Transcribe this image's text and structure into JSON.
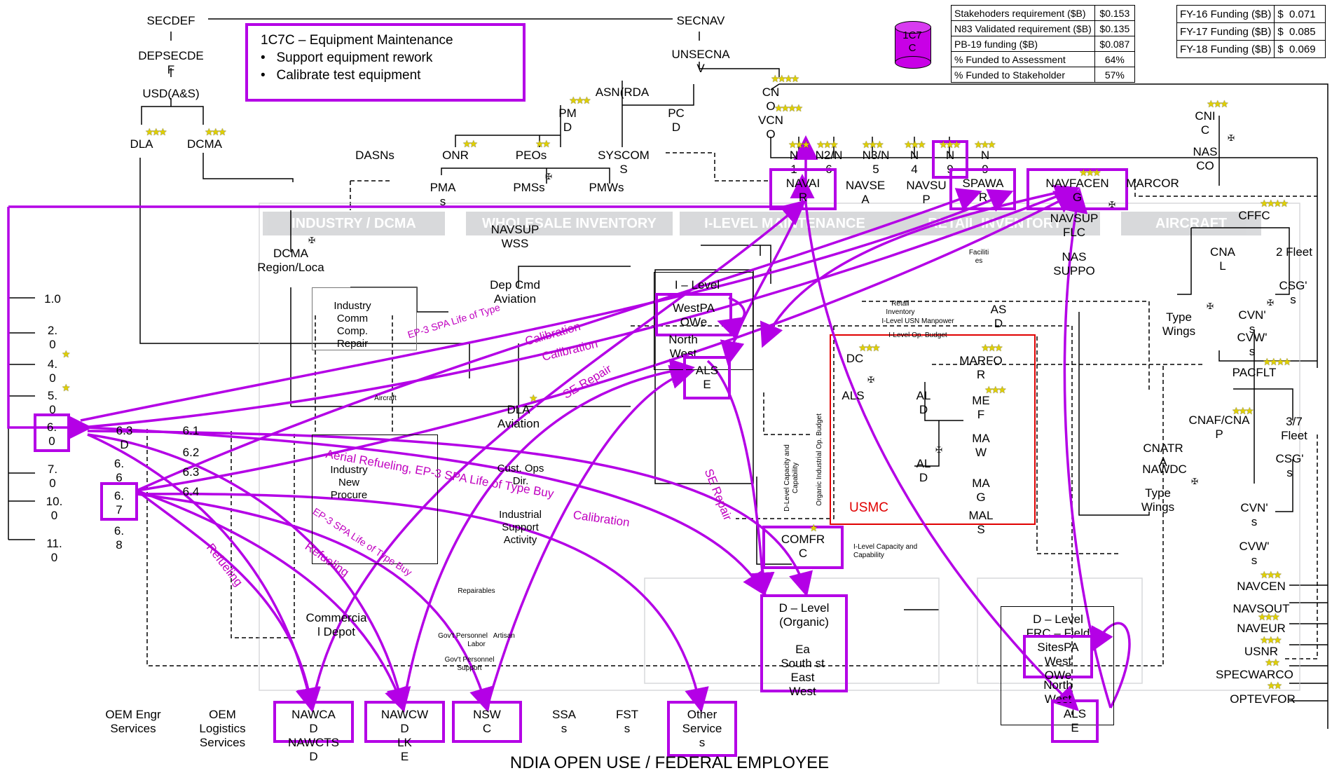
{
  "title_box": {
    "heading": "1C7C – Equipment Maintenance",
    "bullets": [
      "Support equipment rework",
      "Calibrate test equipment"
    ]
  },
  "badge": "1C7\nC",
  "funding_table": {
    "rows": [
      {
        "label": "Stakehoders requirement ($B)",
        "value": "$0.153"
      },
      {
        "label": "N83 Validated requirement ($B)",
        "value": "$0.135"
      },
      {
        "label": "PB-19 funding ($B)",
        "value": "$0.087"
      },
      {
        "label": "% Funded to Assessment",
        "value": "64%"
      },
      {
        "label": "% Funded to Stakeholder",
        "value": "57%"
      }
    ]
  },
  "fy_table": {
    "rows": [
      {
        "label": "FY-16 Funding ($B)",
        "currency": "$",
        "value": "0.071"
      },
      {
        "label": "FY-17 Funding ($B)",
        "currency": "$",
        "value": "0.085"
      },
      {
        "label": "FY-18 Funding ($B)",
        "currency": "$",
        "value": "0.069"
      }
    ]
  },
  "dod_chain": {
    "secdef": "SECDEF",
    "depsecdef": "DEPSECDE\nF",
    "usd": "USD(A&S)",
    "dla": "DLA",
    "dcma": "DCMA"
  },
  "navy_chain": {
    "secnav": "SECNAV",
    "unsecnav": "UNSECNA\nV",
    "asn": "ASN(RDA",
    "pm": "PM\nD",
    "pc": "PC\nD",
    "dasns": "DASNs",
    "onr": "ONR",
    "peos": "PEOs",
    "syscom": "SYSCOM\nS",
    "pma": "PMA\ns",
    "pmss": "PMSs",
    "pmws": "PMWs"
  },
  "cno_chain": {
    "cno": "CN\nO",
    "vcno": "VCN\nO",
    "cni": "CNI\nC",
    "nas_co": "NAS\nCO",
    "n_codes": [
      "N\n1",
      "N2/N\n6",
      "N3/N\n5",
      "N\n4",
      "N\n9",
      "N\n9"
    ]
  },
  "syscoms": [
    "NAVAI\nR",
    "NAVSE\nA",
    "NAVSU\nP",
    "SPAWA\nR",
    "NAVFACEN\nG",
    "MARCOR"
  ],
  "bands": [
    "INDUSTRY / DCMA",
    "WHOLESALE INVENTORY",
    "I-LEVEL MAINTENANCE",
    "RETAIL INVENTORY",
    "AIRCRAFT"
  ],
  "middle_labels": {
    "dcma_region": "DCMA\nRegion/Loca",
    "navsup_wss": "NAVSUP\nWSS",
    "dep_cmd": "Dep Cmd\nAviation",
    "industry_comm": "Industry\nComm\nComp.\nRepair",
    "industry_new": "Industry\nNew\nProcure",
    "dla_aviation": "DLA\nAviation",
    "cust_ops": "Cust. Ops\nDir.",
    "industrial_support": "Industrial\nSupport\nActivity",
    "commercial_depot": "Commercia\nl Depot",
    "ilevel_top": "I – Level",
    "ilevel_west": "WestPA\nOWe",
    "ilevel_north": "North\nWest",
    "ilevel_als": "ALS\nE",
    "navsup_flc": "NAVSUP\nFLC",
    "nas_suppo": "NAS\nSUPPO",
    "asd": "AS\nD",
    "facilities": "Faciliti\nes",
    "dc": "DC",
    "als": "ALS",
    "ald1": "AL\nD",
    "ald2": "AL\nD",
    "marfor": "MARFO\nR",
    "mef": "ME\nF",
    "maw": "MA\nW",
    "mag": "MA\nG",
    "mals": "MAL\nS",
    "usmc": "USMC",
    "comfrc": "COMFR\nC",
    "dlevel_organic": "D – Level\n(Organic)",
    "organic_sites": "Ea\nSouth st\nEast\nWest",
    "dlevel_field": "D – Level\nFRC – Field",
    "field_sites": "SitesPA\nWest\nOWe",
    "field_north": "North\nWest",
    "field_als": "ALS\nE",
    "cffc": "CFFC",
    "cna": "CNA\nL",
    "fleet2": "2 Fleet",
    "csg1": "CSG'\ns",
    "type_wings1": "Type\nWings",
    "cvns1": "CVN'\ns",
    "cvws1": "CVW'\ns",
    "pacflt": "PACFLT",
    "cnaf": "CNAF/CNA\nP",
    "fleet37": "3/7\nFleet",
    "csg2": "CSG'\ns",
    "cnatra": "CNATR\nA",
    "nawdc": "NAWDC",
    "type_wings2": "Type\nWings",
    "cvns2": "CVN'\ns",
    "cvws2": "CVW'\ns",
    "navcent": "NAVCEN",
    "navsouth": "NAVSOUT",
    "naveur": "NAVEUR",
    "usnr": "USNR",
    "specwarcom": "SPECWARCO",
    "optevfor": "OPTEVFOR",
    "retail_inventory_note": "Retail\nInventory",
    "ilevel_manpower": "I-Level USN Manpower",
    "ilevel_op_budget": "I-Level Op. Budget",
    "dlevel_capacity": "D-Level Capacity and\nCapability",
    "organic_budget": "Organic Industrial Op. Budget",
    "ilevel_capacity": "I-Level Capacity and\nCapability",
    "aircraft_small": "Aircraft",
    "repairables": "Repairables",
    "govt_personnel1": "Gov't Personnel   Artisan\nLabor",
    "govt_personnel2": "Gov't Personnel\nSupport"
  },
  "left_list": [
    "1.0",
    "2.\n0",
    "4.\n0",
    "5.\n0",
    "6.\n0",
    "7.\n0",
    "10.\n0",
    "11.\n0"
  ],
  "sub_codes": [
    "6.3\nD",
    "6.\n6",
    "6.\n7",
    "6.\n8",
    "6.1",
    "6.2",
    "6.3",
    "6.4"
  ],
  "bottom_row": [
    "OEM Engr\nServices",
    "OEM\nLogistics\nServices",
    "NAWCA\nD\nNAWCTS\nD",
    "NAWCW\nD\nLK\nE",
    "NSW\nC",
    "SSA\ns",
    "FST\ns",
    "Other\nService\ns"
  ],
  "flows": {
    "ep3_1": "EP-3 SPA Life of Type",
    "calibration1": "Calibration",
    "calibration2": "Calibration",
    "se_repair1": "SE Repair",
    "aerial": "Aerial Refueling, EP-3 SPA Life of Type Buy",
    "ep3_2": "EP-3 SPA Life of Type Buy",
    "calibration3": "Calibration",
    "se_repair2": "SE Repair",
    "refueling1": "Refueling",
    "refueling2": "Refueling"
  },
  "footer": "NDIA OPEN USE / FEDERAL EMPLOYEE",
  "colors": {
    "accent": "#b400e6",
    "flow_text": "#c000c0",
    "usmc_border": "#e00000",
    "star": "#e0d000",
    "band": "#b9bbbf"
  }
}
